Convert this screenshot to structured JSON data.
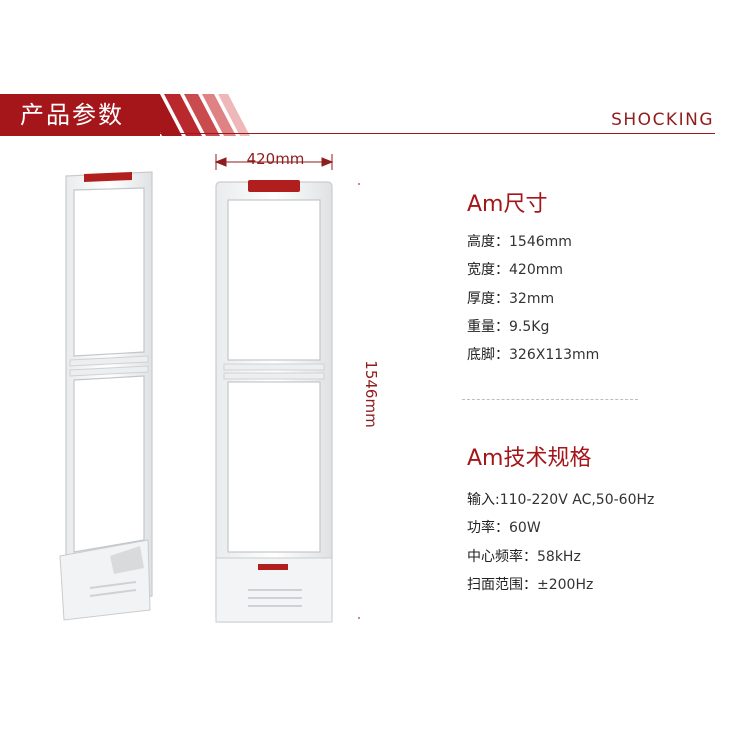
{
  "header": {
    "title": "产品参数",
    "brand": "SHOCKING",
    "accent_color": "#a4161a"
  },
  "product_image": {
    "width_label": "420mm",
    "height_label": "1546mm"
  },
  "dimensions_section": {
    "title": "Am尺寸",
    "items": [
      {
        "label": "高度",
        "value": "1546mm"
      },
      {
        "label": "宽度",
        "value": "420mm"
      },
      {
        "label": "厚度",
        "value": "32mm"
      },
      {
        "label": "重量",
        "value": "9.5Kg"
      },
      {
        "label": "底脚",
        "value": "326X113mm"
      }
    ]
  },
  "specs_section": {
    "title": "Am技术规格",
    "items": [
      {
        "label": "输入",
        "value": "110-220V AC,50-60Hz"
      },
      {
        "label": "功率",
        "value": "60W"
      },
      {
        "label": "中心频率",
        "value": "58kHz"
      },
      {
        "label": "扫面范围",
        "value": "±200Hz"
      }
    ]
  }
}
